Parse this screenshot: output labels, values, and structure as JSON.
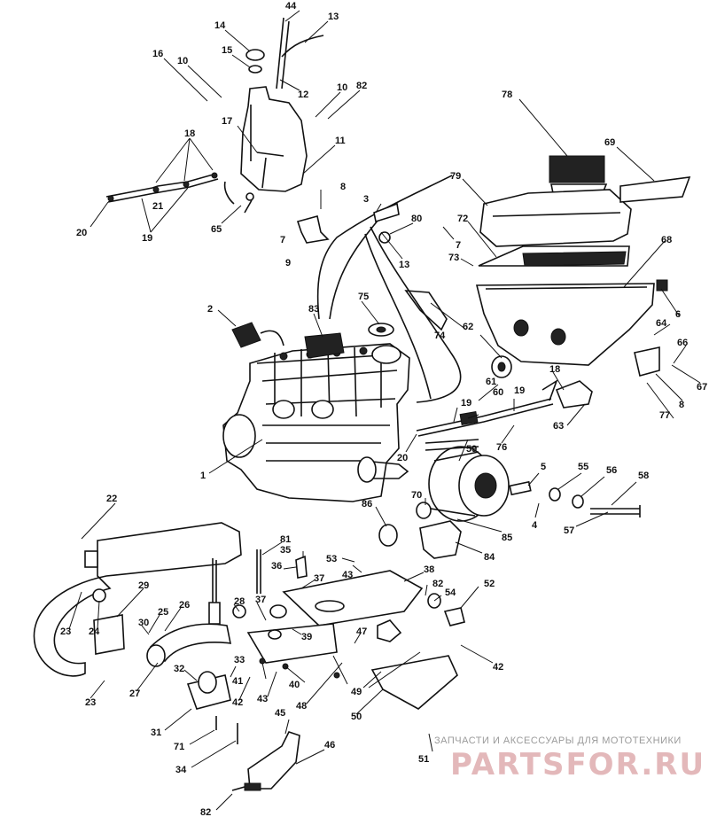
{
  "diagram": {
    "callouts": [
      {
        "id": "c44",
        "text": "44"
      },
      {
        "id": "c13a",
        "text": "13"
      },
      {
        "id": "c14",
        "text": "14"
      },
      {
        "id": "c15",
        "text": "15"
      },
      {
        "id": "c16",
        "text": "16"
      },
      {
        "id": "c10a",
        "text": "10"
      },
      {
        "id": "c12",
        "text": "12"
      },
      {
        "id": "c10b",
        "text": "10"
      },
      {
        "id": "c82a",
        "text": "82"
      },
      {
        "id": "c17",
        "text": "17"
      },
      {
        "id": "c11",
        "text": "11"
      },
      {
        "id": "c18a",
        "text": "18"
      },
      {
        "id": "c21",
        "text": "21"
      },
      {
        "id": "c20a",
        "text": "20"
      },
      {
        "id": "c19a",
        "text": "19"
      },
      {
        "id": "c65",
        "text": "65"
      },
      {
        "id": "c8a",
        "text": "8"
      },
      {
        "id": "c7a",
        "text": "7"
      },
      {
        "id": "c9",
        "text": "9"
      },
      {
        "id": "c3",
        "text": "3"
      },
      {
        "id": "c80",
        "text": "80"
      },
      {
        "id": "c7b",
        "text": "7"
      },
      {
        "id": "c13b",
        "text": "13"
      },
      {
        "id": "c78",
        "text": "78"
      },
      {
        "id": "c69",
        "text": "69"
      },
      {
        "id": "c79",
        "text": "79"
      },
      {
        "id": "c72",
        "text": "72"
      },
      {
        "id": "c73",
        "text": "73"
      },
      {
        "id": "c68",
        "text": "68"
      },
      {
        "id": "c6",
        "text": "6"
      },
      {
        "id": "c2",
        "text": "2"
      },
      {
        "id": "c83",
        "text": "83"
      },
      {
        "id": "c75",
        "text": "75"
      },
      {
        "id": "c74",
        "text": "74"
      },
      {
        "id": "c62",
        "text": "62"
      },
      {
        "id": "c64",
        "text": "64"
      },
      {
        "id": "c66",
        "text": "66"
      },
      {
        "id": "c67",
        "text": "67"
      },
      {
        "id": "c8b",
        "text": "8"
      },
      {
        "id": "c77",
        "text": "77"
      },
      {
        "id": "c18b",
        "text": "18"
      },
      {
        "id": "c61",
        "text": "61"
      },
      {
        "id": "c60",
        "text": "60"
      },
      {
        "id": "c19b",
        "text": "19"
      },
      {
        "id": "c19c",
        "text": "19"
      },
      {
        "id": "c63",
        "text": "63"
      },
      {
        "id": "c20b",
        "text": "20"
      },
      {
        "id": "c59",
        "text": "59"
      },
      {
        "id": "c76",
        "text": "76"
      },
      {
        "id": "c1",
        "text": "1"
      },
      {
        "id": "c5",
        "text": "5"
      },
      {
        "id": "c55",
        "text": "55"
      },
      {
        "id": "c56",
        "text": "56"
      },
      {
        "id": "c58",
        "text": "58"
      },
      {
        "id": "c4",
        "text": "4"
      },
      {
        "id": "c57",
        "text": "57"
      },
      {
        "id": "c86",
        "text": "86"
      },
      {
        "id": "c70",
        "text": "70"
      },
      {
        "id": "c85",
        "text": "85"
      },
      {
        "id": "c84",
        "text": "84"
      },
      {
        "id": "c22",
        "text": "22"
      },
      {
        "id": "c81",
        "text": "81"
      },
      {
        "id": "c35",
        "text": "35"
      },
      {
        "id": "c36",
        "text": "36"
      },
      {
        "id": "c37a",
        "text": "37"
      },
      {
        "id": "c53",
        "text": "53"
      },
      {
        "id": "c43a",
        "text": "43"
      },
      {
        "id": "c38",
        "text": "38"
      },
      {
        "id": "c29",
        "text": "29"
      },
      {
        "id": "c82b",
        "text": "82"
      },
      {
        "id": "c54",
        "text": "54"
      },
      {
        "id": "c52",
        "text": "52"
      },
      {
        "id": "c23a",
        "text": "23"
      },
      {
        "id": "c24",
        "text": "24"
      },
      {
        "id": "c25",
        "text": "25"
      },
      {
        "id": "c26",
        "text": "26"
      },
      {
        "id": "c28",
        "text": "28"
      },
      {
        "id": "c37b",
        "text": "37"
      },
      {
        "id": "c30",
        "text": "30"
      },
      {
        "id": "c39",
        "text": "39"
      },
      {
        "id": "c47",
        "text": "47"
      },
      {
        "id": "c27",
        "text": "27"
      },
      {
        "id": "c32",
        "text": "32"
      },
      {
        "id": "c33",
        "text": "33"
      },
      {
        "id": "c41",
        "text": "41"
      },
      {
        "id": "c40",
        "text": "40"
      },
      {
        "id": "c42a",
        "text": "42"
      },
      {
        "id": "c43b",
        "text": "43"
      },
      {
        "id": "c48",
        "text": "48"
      },
      {
        "id": "c49",
        "text": "49"
      },
      {
        "id": "c42b",
        "text": "42"
      },
      {
        "id": "c23b",
        "text": "23"
      },
      {
        "id": "c50",
        "text": "50"
      },
      {
        "id": "c31",
        "text": "31"
      },
      {
        "id": "c71",
        "text": "71"
      },
      {
        "id": "c45",
        "text": "45"
      },
      {
        "id": "c34",
        "text": "34"
      },
      {
        "id": "c46",
        "text": "46"
      },
      {
        "id": "c51",
        "text": "51"
      },
      {
        "id": "c82c",
        "text": "82"
      }
    ]
  },
  "watermark": {
    "caption": "ЗАПЧАСТИ И АКСЕССУАРЫ ДЛЯ МОТОТЕХНИКИ",
    "logo": "PARTSFOR.RU",
    "color": "#e3b8ba"
  }
}
